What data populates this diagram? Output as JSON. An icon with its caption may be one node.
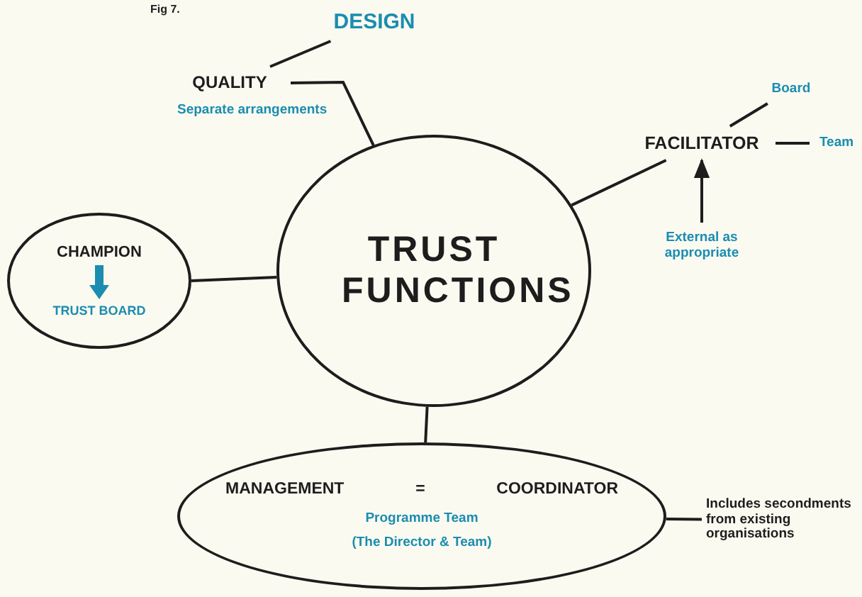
{
  "diagram": {
    "nodes": [
      {
        "text": [
          "TRUST FUNCTIONS"
        ]
      },
      {
        "text": [
          "QUALITY"
        ],
        "beside": [
          "Separate arrangements"
        ]
      },
      {
        "text": [
          "DESIGN"
        ]
      },
      {
        "text": [
          "FACILITATOR"
        ]
      },
      {
        "text": [
          "Board"
        ]
      },
      {
        "text": [
          "Team"
        ]
      },
      {
        "text": [
          "External as appropriate"
        ]
      },
      {
        "text": [
          "CHAMPION",
          "TRUST BOARD"
        ]
      },
      {
        "text": [
          "MANAGEMENT",
          "=",
          "COORDINATOR",
          "Programme Team",
          "(The Director & Team)"
        ]
      },
      {
        "text": [
          "Includes secondments from existing organisations"
        ]
      }
    ],
    "edges": [
      {
        "from": 1,
        "to": 0,
        "arrow": "none"
      },
      {
        "from": 2,
        "to": 1,
        "arrow": "none"
      },
      {
        "from": 3,
        "to": 0,
        "arrow": "none"
      },
      {
        "from": 4,
        "to": 3,
        "arrow": "none"
      },
      {
        "from": 5,
        "to": 3,
        "arrow": "none"
      },
      {
        "from": 6,
        "to": 3,
        "arrow": "to"
      },
      {
        "from": 7,
        "to": 0,
        "arrow": "none"
      },
      {
        "from": 0,
        "to": 8,
        "arrow": "none"
      },
      {
        "from": 9,
        "to": 8,
        "arrow": "none"
      }
    ],
    "labels": [
      "Fig 7."
    ]
  }
}
